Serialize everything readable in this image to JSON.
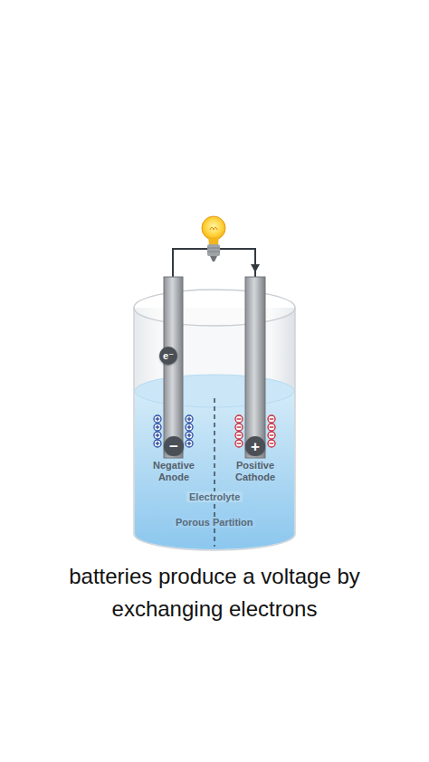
{
  "diagram": {
    "caption": "batteries produce a voltage by exchanging electrons",
    "nodes": [
      {
        "text": [
          "e⁻"
        ]
      },
      {
        "text": [
          "−",
          "Negative Anode"
        ]
      },
      {
        "text": [
          "+",
          "Positive Cathode"
        ]
      }
    ],
    "labels": [
      "Electrolyte",
      "Porous Partition"
    ]
  }
}
